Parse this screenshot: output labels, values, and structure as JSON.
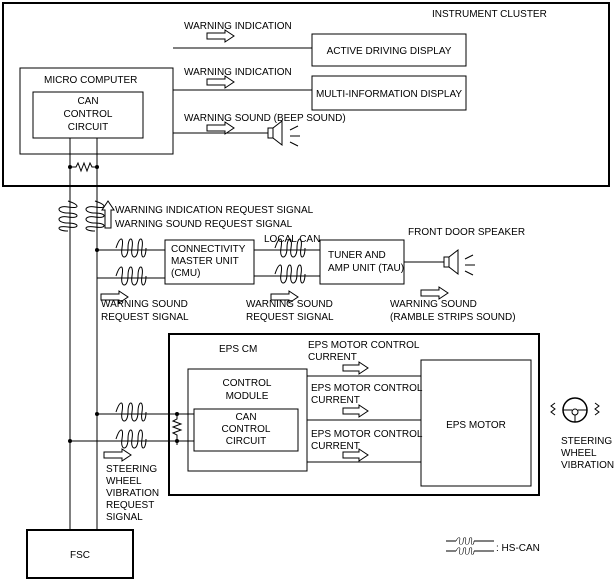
{
  "labels": {
    "instrument_cluster": "INSTRUMENT CLUSTER",
    "micro_computer": "MICRO COMPUTER",
    "can_line1": "CAN",
    "can_line2": "CONTROL",
    "can_line3": "CIRCUIT",
    "warning_indication": "WARNING INDICATION",
    "warning_sound_beep": "WARNING SOUND (BEEP SOUND)",
    "active_driving_display": "ACTIVE DRIVING DISPLAY",
    "multi_information_display": "MULTI-INFORMATION DISPLAY",
    "warning_indication_request": "WARNING INDICATION REQUEST SIGNAL",
    "warning_sound_request": "WARNING SOUND REQUEST SIGNAL",
    "cmu_line1": "CONNECTIVITY",
    "cmu_line2": "MASTER UNIT",
    "cmu_line3": "(CMU)",
    "local_can": "LOCAL CAN",
    "tau_line1": "TUNER AND",
    "tau_line2": "AMP UNIT (TAU)",
    "front_door_speaker": "FRONT DOOR SPEAKER",
    "ws_request_line1": "WARNING SOUND",
    "ws_request_line2": "REQUEST SIGNAL",
    "ws_ramble_line1": "WARNING SOUND",
    "ws_ramble_line2": "(RAMBLE STRIPS SOUND)",
    "eps_cm": "EPS CM",
    "control_module_line1": "CONTROL",
    "control_module_line2": "MODULE",
    "eps_current_line1": "EPS MOTOR CONTROL",
    "eps_current_line2": "CURRENT",
    "eps_motor": "EPS MOTOR",
    "steering_line1": "STEERING",
    "steering_line2": "WHEEL",
    "steering_line3": "VIBRATION",
    "steering_request_line4": "REQUEST",
    "steering_request_line5": "SIGNAL",
    "fsc": "FSC",
    "legend_hs_can": ": HS-CAN"
  }
}
